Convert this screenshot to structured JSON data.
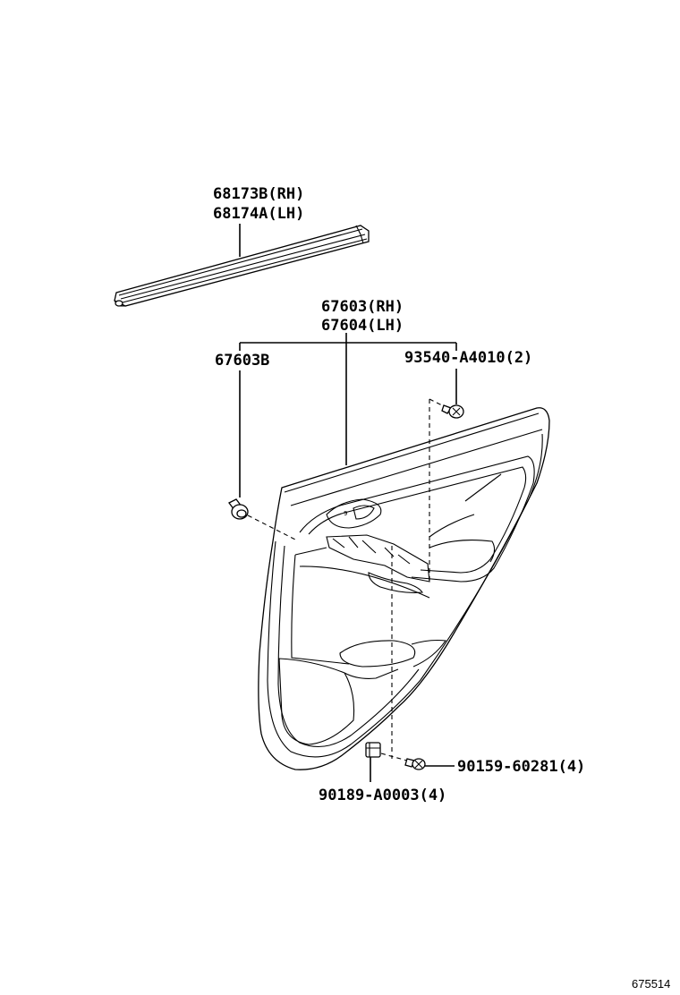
{
  "labels": {
    "belt_moulding_rh": "68173B(RH)",
    "belt_moulding_lh": "68174A(LH)",
    "trim_board_rh": "67603(RH)",
    "trim_board_lh": "67604(LH)",
    "sub_assy": "67603B",
    "screw": "93540-A4010(2)",
    "clip": "90159-60281(4)",
    "retainer": "90189-A0003(4)"
  },
  "diagram_id": "675514"
}
